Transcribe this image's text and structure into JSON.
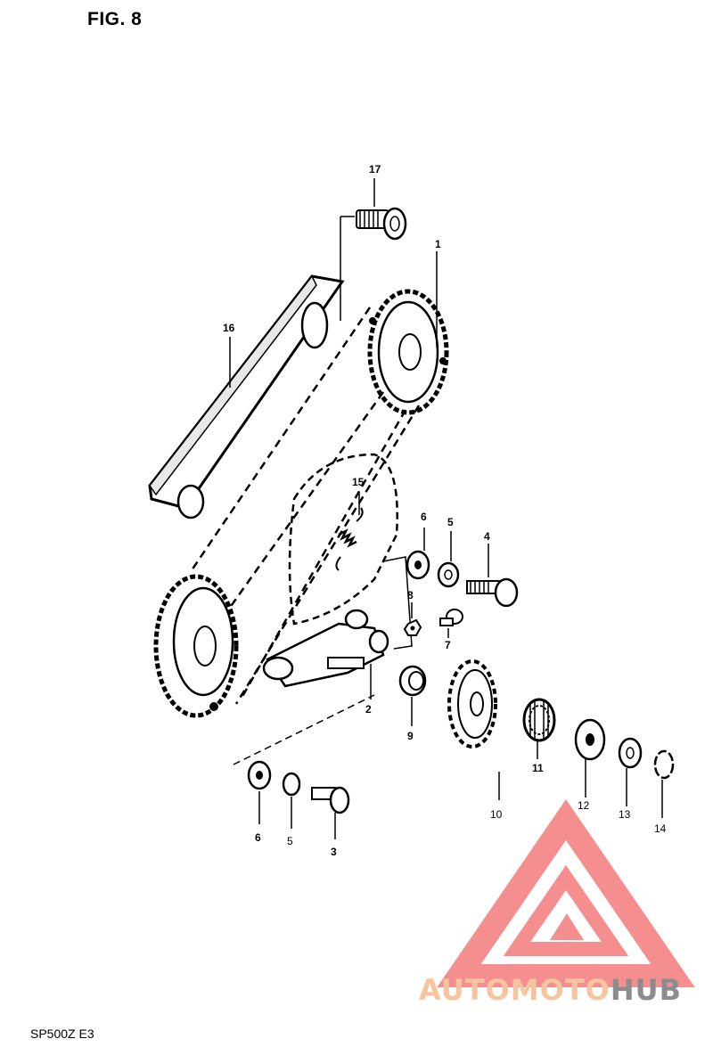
{
  "title": "FIG. 8",
  "footer_code": "SP500Z E3",
  "watermark": {
    "auto": "AUTO",
    "moto": "MOTO",
    "hub": "HUB",
    "colors": {
      "logo_red": "#f26a6a",
      "text_orange": "#f7c4a0",
      "text_gray": "#8c8c8c"
    }
  },
  "part_labels": {
    "p1": "1",
    "p2": "2",
    "p3": "3",
    "p4": "4",
    "p5a": "5",
    "p5b": "5",
    "p6a": "6",
    "p6b": "6",
    "p7": "7",
    "p8": "8",
    "p9": "9",
    "p10": "10",
    "p11": "11",
    "p12": "12",
    "p13": "13",
    "p14": "14",
    "p15": "15",
    "p16": "16",
    "p17": "17"
  }
}
